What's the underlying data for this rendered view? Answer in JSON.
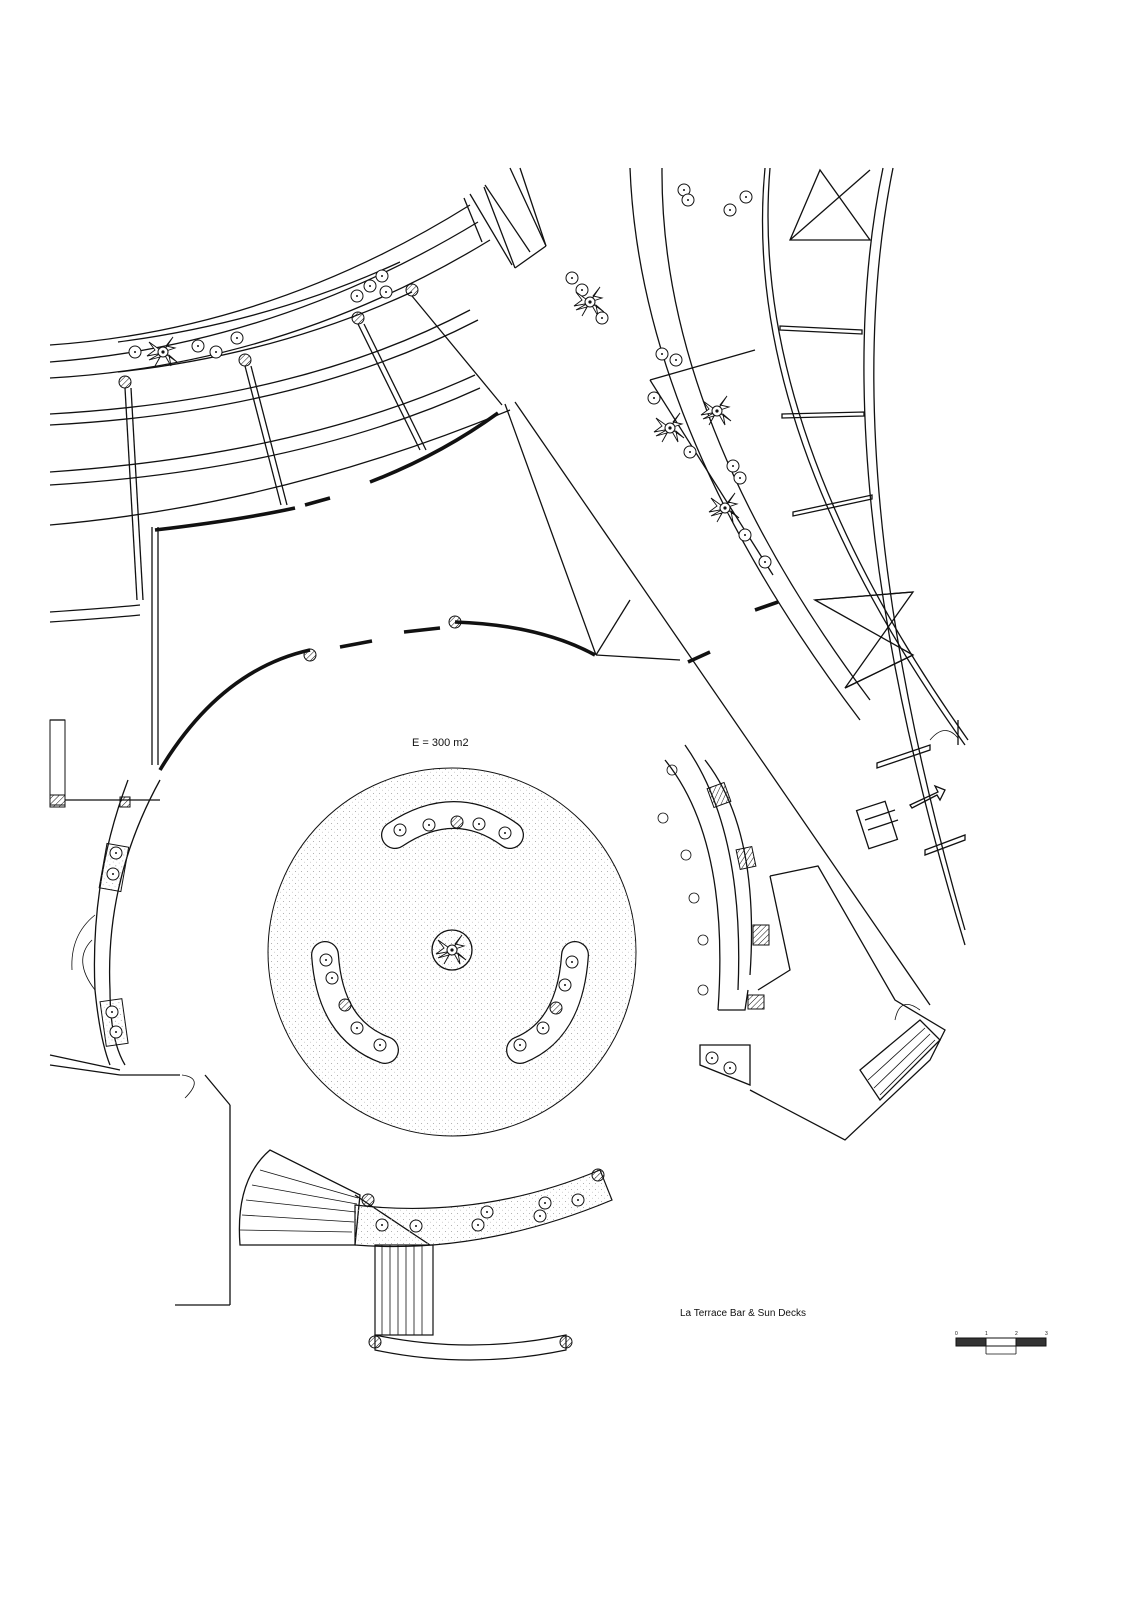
{
  "drawing": {
    "area_label": "E = 300 m2",
    "title": "La Terrace Bar & Sun Decks",
    "scale_bar": {
      "ticks": [
        "0",
        "1",
        "2",
        "3"
      ]
    }
  },
  "icons": [
    "tree-icon",
    "palm-plant-icon",
    "column-icon",
    "stair-icon",
    "door-swing-icon",
    "direction-arrow-icon"
  ],
  "colors": {
    "line": "#111111",
    "paving": "#9a9a9a",
    "background": "#ffffff"
  }
}
